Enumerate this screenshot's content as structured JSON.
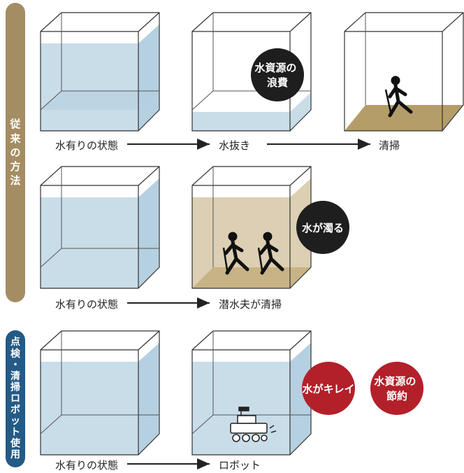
{
  "section_traditional": {
    "label_chars": [
      "従",
      "来",
      "の",
      "方",
      "法"
    ],
    "row1": {
      "steps": [
        "水有りの状態",
        "水抜き",
        "清掃"
      ],
      "bubble": "水資源の\n浪費"
    },
    "row2": {
      "steps": [
        "水有りの状態",
        "潜水夫が清掃"
      ],
      "bubble": "水が濁る"
    }
  },
  "section_robot": {
    "label_chars": [
      "点",
      "検",
      "・",
      "清",
      "掃",
      "ロ",
      "ボ",
      "ッ",
      "ト",
      "使",
      "用"
    ],
    "row3": {
      "steps": [
        "水有りの状態",
        "ロボット"
      ],
      "bubble1": "水がキレイ",
      "bubble2": "水資源の\n節約"
    }
  },
  "colors": {
    "traditional_tab": "#a48d62",
    "robot_tab": "#245a86",
    "water": "#c9dde9",
    "murky_water": "#dccfb3",
    "floor_dirt": "#b59d6a",
    "bubble_dark": "#1e1e1e",
    "bubble_red": "#b3202a"
  }
}
